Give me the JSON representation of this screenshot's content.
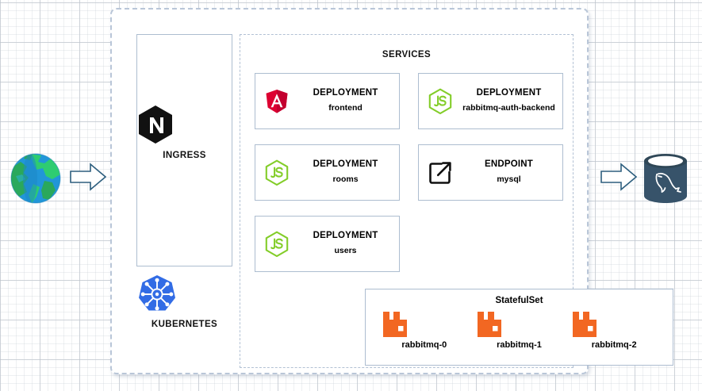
{
  "diagram": {
    "title": "kubernetes-microservices-architecture",
    "cluster": {
      "ingress": {
        "caption": "INGRESS",
        "icon": "nginx-icon"
      },
      "platform": {
        "caption": "KUBERNETES",
        "icon": "kubernetes-icon"
      },
      "services": {
        "title": "SERVICES",
        "cards": [
          {
            "kind": "DEPLOYMENT",
            "name": "frontend",
            "icon": "angular-icon"
          },
          {
            "kind": "DEPLOYMENT",
            "name": "rabbitmq-auth-backend",
            "icon": "nodejs-icon"
          },
          {
            "kind": "DEPLOYMENT",
            "name": "rooms",
            "icon": "nodejs-icon"
          },
          {
            "kind": "ENDPOINT",
            "name": "mysql",
            "icon": "external-link-icon"
          },
          {
            "kind": "DEPLOYMENT",
            "name": "users",
            "icon": "nodejs-icon"
          }
        ],
        "statefulset": {
          "title": "StatefulSet",
          "pods": [
            {
              "label": "rabbitmq-0",
              "icon": "rabbitmq-icon"
            },
            {
              "label": "rabbitmq-1",
              "icon": "rabbitmq-icon"
            },
            {
              "label": "rabbitmq-2",
              "icon": "rabbitmq-icon"
            }
          ]
        }
      }
    },
    "external": {
      "internet": {
        "icon": "globe-icon"
      },
      "inbound_arrow": {
        "icon": "arrow-right-icon"
      },
      "outbound_arrow": {
        "icon": "arrow-right-icon"
      },
      "database": {
        "icon": "mysql-database-icon"
      }
    },
    "colors": {
      "angular_red": "#DD0031",
      "nodejs_green": "#83CD29",
      "rabbitmq_orange": "#F26722",
      "kubernetes_blue": "#326CE5",
      "nginx_black": "#111111",
      "database_slate": "#37536A",
      "arrow_stroke": "#2E5F7F",
      "border_blue_gray": "#adbdd0",
      "dashed_border": "#b9c6d8"
    }
  }
}
